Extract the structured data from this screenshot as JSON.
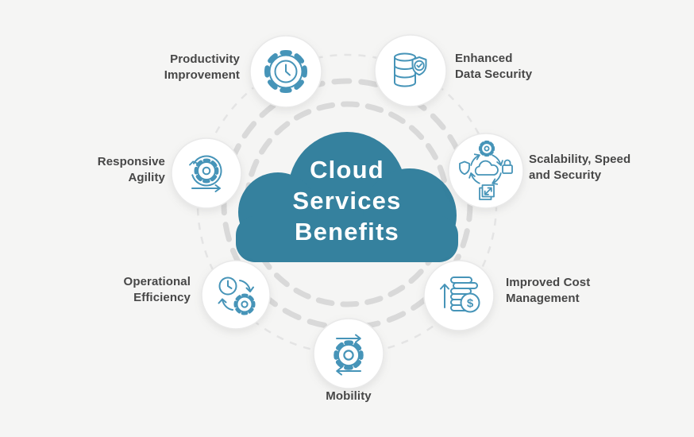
{
  "title": {
    "line1": "Cloud",
    "line2": "Services",
    "line3": "Benefits"
  },
  "colors": {
    "background": "#f5f5f4",
    "cloud": "#35819e",
    "icon_stroke": "#4694b8",
    "label_text": "#474747",
    "ring_thick": "#d9d9d9",
    "ring_thin": "#e4e4e4",
    "bubble_fill": "#ffffff",
    "bubble_border": "#e9e9e9"
  },
  "benefits": [
    {
      "id": "productivity-improvement",
      "label": "Productivity Improvement",
      "line1": "Productivity",
      "line2": "Improvement",
      "icon": "gear-clock-icon"
    },
    {
      "id": "enhanced-data-security",
      "label": "Enhanced Data Security",
      "line1": "Enhanced",
      "line2": "Data Security",
      "icon": "database-shield-icon"
    },
    {
      "id": "responsive-agility",
      "label": "Responsive Agility",
      "line1": "Responsive",
      "line2": "Agility",
      "icon": "agility-sprint-gear-icon"
    },
    {
      "id": "scalability-speed-security",
      "label": "Scalability, Speed and Security",
      "line1": "Scalability, Speed",
      "line2": "and Security",
      "icon": "cloud-cycle-security-icon"
    },
    {
      "id": "operational-efficiency",
      "label": "Operational Efficiency",
      "line1": "Operational",
      "line2": "Efficiency",
      "icon": "clock-gear-cycle-icon"
    },
    {
      "id": "improved-cost-management",
      "label": "Improved Cost Management",
      "line1": "Improved Cost",
      "line2": "Management",
      "icon": "coins-growth-icon"
    },
    {
      "id": "mobility",
      "label": "Mobility",
      "line1": "Mobility",
      "line2": "",
      "icon": "gear-transfer-arrows-icon"
    }
  ]
}
